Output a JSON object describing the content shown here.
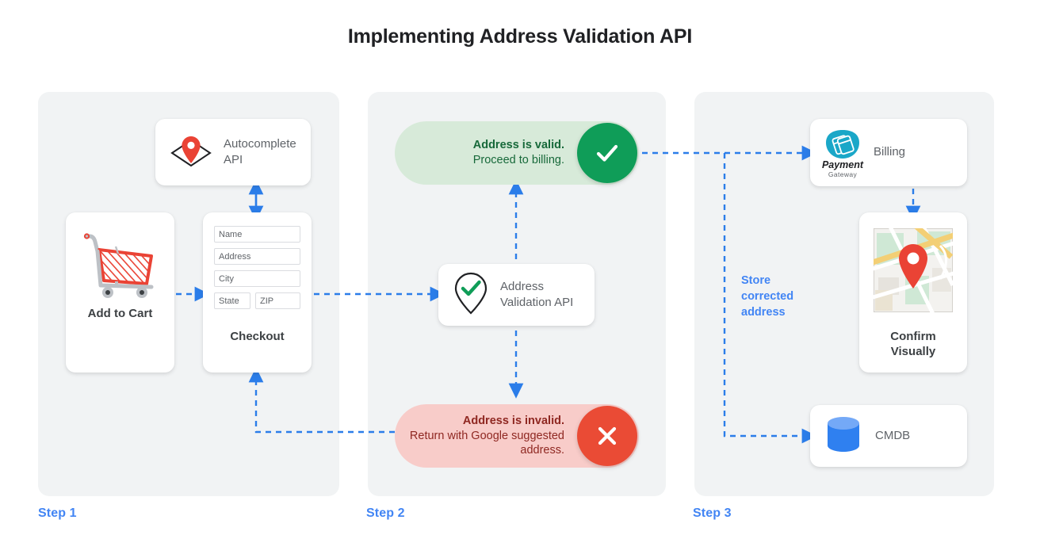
{
  "page": {
    "title": "Implementing Address Validation API",
    "accent_blue": "#4285f4",
    "green": "#0f9d58",
    "red": "#ea4b35",
    "panel_bg": "#f1f3f4"
  },
  "steps": [
    {
      "label": "Step 1"
    },
    {
      "label": "Step 2"
    },
    {
      "label": "Step 3"
    }
  ],
  "step1": {
    "autocomplete": {
      "label": "Autocomplete\nAPI",
      "icon": "map-pin-diamond-icon"
    },
    "cart": {
      "label": "Add to Cart",
      "icon": "shopping-cart-icon"
    },
    "checkout": {
      "label": "Checkout",
      "fields": [
        {
          "name": "name",
          "placeholder": "Name"
        },
        {
          "name": "address",
          "placeholder": "Address"
        },
        {
          "name": "city",
          "placeholder": "City"
        },
        {
          "name": "state",
          "placeholder": "State"
        },
        {
          "name": "zip",
          "placeholder": "ZIP"
        }
      ]
    }
  },
  "step2": {
    "valid_pill": {
      "headline": "Address is valid.",
      "subline": "Proceed to billing.",
      "badge_icon": "check-icon",
      "badge_color": "#0f9d58",
      "background": "#d7ead9"
    },
    "invalid_pill": {
      "headline": "Address is invalid.",
      "subline": "Return with Google\nsuggested address.",
      "badge_icon": "close-icon",
      "badge_color": "#ea4b35",
      "background": "#f8ccc9"
    },
    "validation_api": {
      "label": "Address\nValidation API",
      "icon": "pin-check-icon"
    }
  },
  "step3": {
    "billing": {
      "label": "Billing",
      "logo_primary": "Payment",
      "logo_secondary": "Gateway",
      "icon": "payment-gateway-icon"
    },
    "confirm": {
      "label": "Confirm\nVisually",
      "icon": "map-thumbnail-icon"
    },
    "cmdb": {
      "label": "CMDB",
      "icon": "database-icon"
    },
    "store_note": "Store\ncorrected\naddress"
  }
}
